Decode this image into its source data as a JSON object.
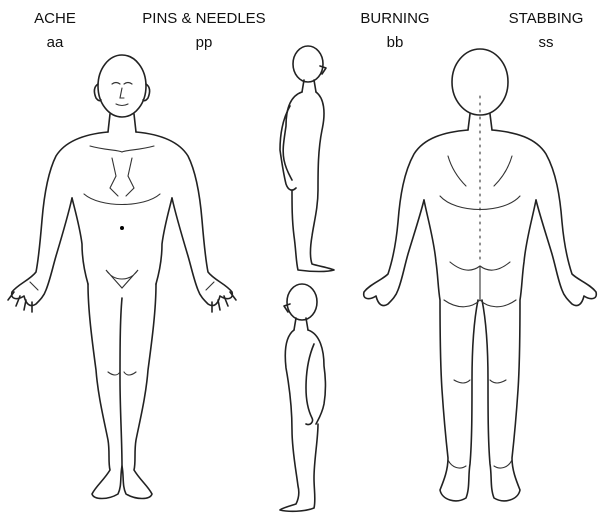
{
  "legend": {
    "items": [
      {
        "label": "ACHE",
        "code": "aa"
      },
      {
        "label": "PINS & NEEDLES",
        "code": "pp"
      },
      {
        "label": "BURNING",
        "code": "bb"
      },
      {
        "label": "STABBING",
        "code": "ss"
      }
    ]
  },
  "figures": [
    "front-view",
    "side-view-right",
    "side-view-left",
    "back-view"
  ],
  "colors": {
    "line": "#222222",
    "background": "#ffffff"
  }
}
